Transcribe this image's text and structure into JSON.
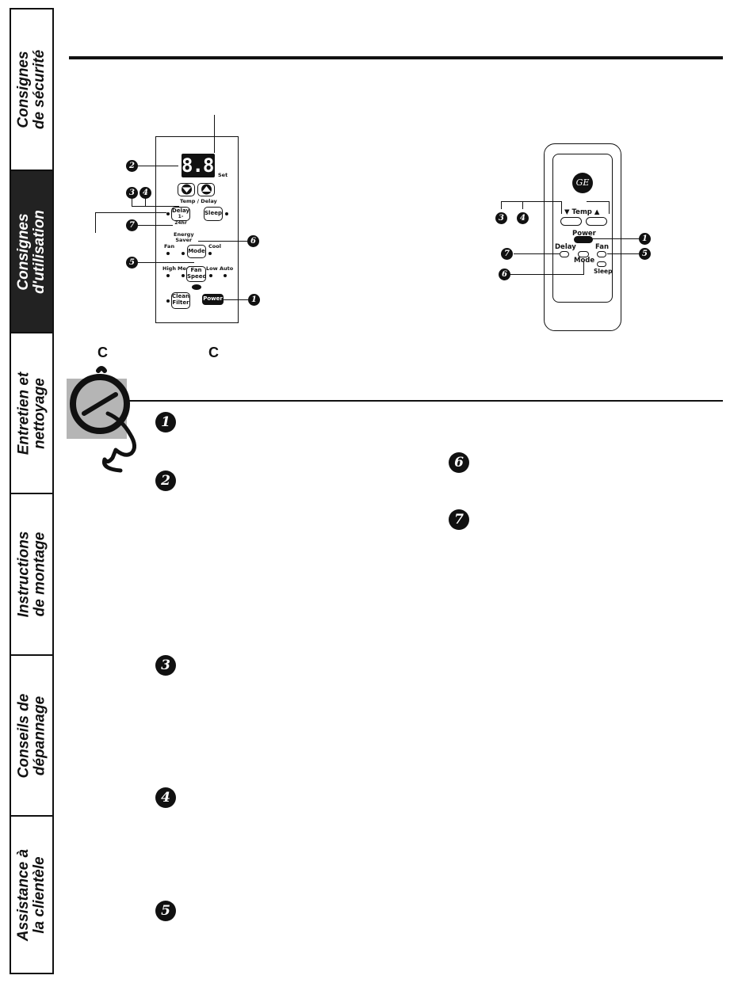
{
  "sidebar": {
    "tabs": [
      {
        "line1": "Consignes",
        "line2": "de sécurité",
        "active": false
      },
      {
        "line1": "Consignes",
        "line2": "d'utilisation",
        "active": true
      },
      {
        "line1": "Entretien et",
        "line2": "nettoyage",
        "active": false
      },
      {
        "line1": "Instructions",
        "line2": "de montage",
        "active": false
      },
      {
        "line1": "Conseils de",
        "line2": "dépannage",
        "active": false
      },
      {
        "line1": "Assistance à",
        "line2": "la clientèle",
        "active": false
      }
    ]
  },
  "panel": {
    "display": "8.8.",
    "set_label": "Set",
    "temp_delay_label": "Temp / Delay",
    "delay_btn": {
      "line1": "Delay",
      "line2": "1-24hr"
    },
    "sleep_btn": "Sleep",
    "energy_saver": {
      "line1": "Energy",
      "line2": "Saver"
    },
    "fan_label": "Fan",
    "cool_label": "Cool",
    "mode_btn": "Mode",
    "high_label": "High",
    "med_label": "Med",
    "low_label": "Low",
    "auto_label": "Auto",
    "fan_speed_btn": {
      "line1": "Fan",
      "line2": "Speed"
    },
    "clean_filter_btn": {
      "line1": "Clean",
      "line2": "Filter"
    },
    "power_btn": "Power",
    "callouts": {
      "n1": "1",
      "n2": "2",
      "n3": "3",
      "n4": "4",
      "n5": "5",
      "n6": "6",
      "n7": "7"
    }
  },
  "remote": {
    "logo": "GE",
    "temp_label": "Temp",
    "power_label": "Power",
    "delay_label": "Delay",
    "fan_label": "Fan",
    "mode_label": "Mode",
    "sleep_label": "Sleep",
    "callouts": {
      "n1": "1",
      "n3": "3",
      "n4": "4",
      "n5": "5",
      "n6": "6",
      "n7": "7"
    }
  },
  "section_letters": {
    "left": "C",
    "right": "C"
  },
  "steps": {
    "s1": "1",
    "s2": "2",
    "s3": "3",
    "s4": "4",
    "s5": "5",
    "s6": "6",
    "s7": "7"
  }
}
